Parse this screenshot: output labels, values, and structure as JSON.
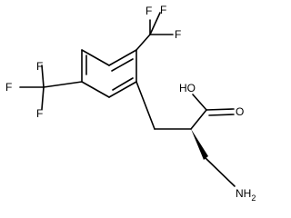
{
  "atoms": {
    "f1": "F",
    "f2": "F",
    "f3": "F",
    "f4": "F",
    "f5": "F",
    "f6": "F",
    "hydroxyl": "HO",
    "oxygen": "O",
    "amine": "NH",
    "amine_subscript": "2"
  },
  "colors": {
    "ink": "#000000",
    "background": "#ffffff"
  }
}
